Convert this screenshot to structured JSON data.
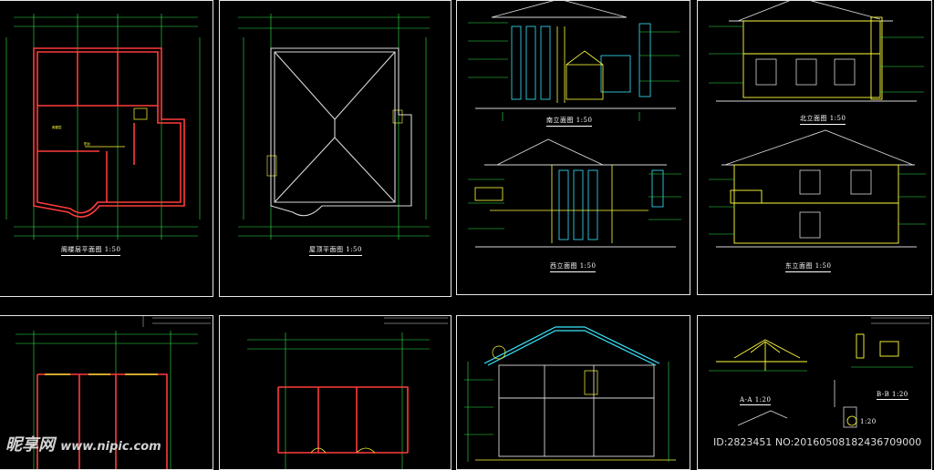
{
  "sheets": {
    "attic_plan": {
      "caption": "阁楼层平面图 1:50"
    },
    "roof_plan": {
      "caption": "屋顶平面图 1:50"
    },
    "south_elev": {
      "caption": "南立面图 1:50"
    },
    "north_elev": {
      "caption": "北立面图 1:50"
    },
    "west_elev": {
      "caption": "西立面图 1:50"
    },
    "east_elev": {
      "caption": "东立面图 1:50"
    },
    "detail_aa": {
      "caption": "A-A 1:20"
    },
    "detail_bb": {
      "caption": "B-B 1:20"
    },
    "detail_marker": {
      "caption": "1:20"
    }
  },
  "watermark": {
    "logo": "昵享网",
    "site": "www.nipic.com",
    "id": "ID:2823451 NO:20160508182436709000"
  },
  "colors": {
    "background": "#000000",
    "sheet_border": "#e8e8e8",
    "wall": "#ff3b3b",
    "dimension": "#2ee84a",
    "annotation": "#ffff3a",
    "outline": "#d8d8d8",
    "window": "#39e6ff"
  }
}
